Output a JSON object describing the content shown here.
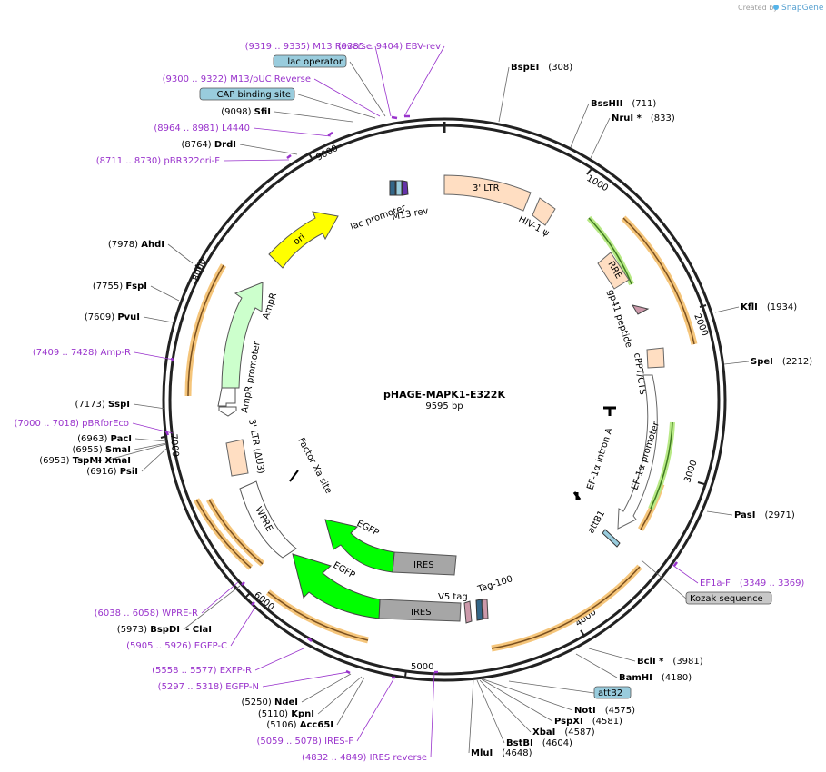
{
  "credit": {
    "prefix": "Created by",
    "brand": "SnapGene"
  },
  "plasmid": {
    "name": "pHAGE-MAPK1-E322K",
    "length": "9595 bp"
  },
  "ticks": [
    "1000",
    "2000",
    "3000",
    "4000",
    "5000",
    "6000",
    "7000",
    "8000",
    "9000"
  ],
  "right_labels": [
    {
      "name": "BspEI",
      "pos": "(308)"
    },
    {
      "name": "BssHII",
      "pos": "(711)"
    },
    {
      "name": "NruI *",
      "pos": "(833)"
    },
    {
      "name": "KflI",
      "pos": "(1934)"
    },
    {
      "name": "SpeI",
      "pos": "(2212)"
    },
    {
      "name": "PasI",
      "pos": "(2971)"
    },
    {
      "name": "EF1a-F",
      "pos": "(3349 .. 3369)"
    },
    {
      "name": "Kozak sequence",
      "pos": ""
    },
    {
      "name": "BclI *",
      "pos": "(3981)"
    },
    {
      "name": "BamHI",
      "pos": "(4180)"
    },
    {
      "name": "attB2",
      "pos": ""
    },
    {
      "name": "NotI",
      "pos": "(4575)"
    },
    {
      "name": "PspXI",
      "pos": "(4581)"
    },
    {
      "name": "XbaI",
      "pos": "(4587)"
    },
    {
      "name": "BstBI",
      "pos": "(4604)"
    },
    {
      "name": "MluI",
      "pos": "(4648)"
    }
  ],
  "left_labels": [
    {
      "name": "M13 Reverse",
      "pos": "(9319 .. 9335)"
    },
    {
      "name": "EBV-rev",
      "pos": "(9385 .. 9404)"
    },
    {
      "name": "lac operator",
      "pos": ""
    },
    {
      "name": "M13/pUC Reverse",
      "pos": "(9300 .. 9322)"
    },
    {
      "name": "CAP binding site",
      "pos": ""
    },
    {
      "name": "SfiI",
      "pos": "(9098)"
    },
    {
      "name": "L4440",
      "pos": "(8964 .. 8981)"
    },
    {
      "name": "DrdI",
      "pos": "(8764)"
    },
    {
      "name": "pBR322ori-F",
      "pos": "(8711 .. 8730)"
    },
    {
      "name": "AhdI",
      "pos": "(7978)"
    },
    {
      "name": "FspI",
      "pos": "(7755)"
    },
    {
      "name": "PvuI",
      "pos": "(7609)"
    },
    {
      "name": "Amp-R",
      "pos": "(7409 .. 7428)"
    },
    {
      "name": "SspI",
      "pos": "(7173)"
    },
    {
      "name": "pBRforEco",
      "pos": "(7000 .. 7018)"
    },
    {
      "name": "PacI",
      "pos": "(6963)"
    },
    {
      "name": "SmaI",
      "pos": "(6955)"
    },
    {
      "name": "TspMI",
      "pos": "(6953)"
    },
    {
      "name": "- XmaI",
      "pos": ""
    },
    {
      "name": "PsiI",
      "pos": "(6916)"
    },
    {
      "name": "WPRE-R",
      "pos": "(6038 .. 6058)"
    },
    {
      "name": "BspDI",
      "pos": "(5973)"
    },
    {
      "name": "- ClaI",
      "pos": ""
    },
    {
      "name": "EGFP-C",
      "pos": "(5905 .. 5926)"
    },
    {
      "name": "EXFP-R",
      "pos": "(5558 .. 5577)"
    },
    {
      "name": "EGFP-N",
      "pos": "(5297 .. 5318)"
    },
    {
      "name": "NdeI",
      "pos": "(5250)"
    },
    {
      "name": "KpnI",
      "pos": "(5110)"
    },
    {
      "name": "Acc65I",
      "pos": "(5106)"
    },
    {
      "name": "IRES-F",
      "pos": "(5059 .. 5078)"
    },
    {
      "name": "IRES reverse",
      "pos": "(4832 .. 4849)"
    }
  ],
  "features": {
    "ltr3": "3' LTR",
    "hiv": "HIV-1 ψ",
    "rre": "RRE",
    "gp41": "gp41 peptide",
    "cppt": "cPPT/CTS",
    "ef1a_intron": "EF-1α intron A",
    "ef1a_promoter": "EF-1α promoter",
    "attb1": "attB1",
    "ires1": "IRES",
    "egfp1": "EGFP",
    "ires2": "IRES",
    "egfp2": "EGFP",
    "v5": "V5 tag",
    "tag100": "Tag-100",
    "wpre": "WPRE",
    "factorxa": "Factor Xa site",
    "ltr3du3": "3' LTR (ΔU3)",
    "amppromoter": "AmpR promoter",
    "ampr": "AmpR",
    "ori": "ori",
    "lacpromoter": "lac promoter",
    "m13rev": "M13 rev"
  },
  "colors": {
    "primer": "#9933cc",
    "ori": "#ffff00",
    "ampr": "#ccffcc",
    "egfp": "#00ff00",
    "ires": "#a6a6a6",
    "ltr": "#ffdec2",
    "teal_box": "#99ccdd",
    "orf": "#f5c57a"
  }
}
